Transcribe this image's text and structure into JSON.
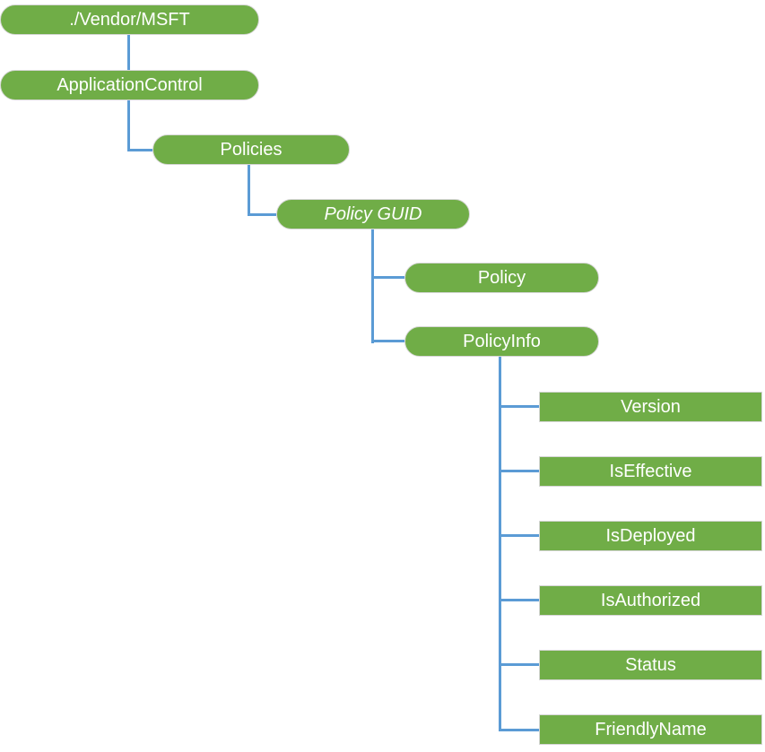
{
  "diagram": {
    "type": "tree",
    "colors": {
      "node_fill": "#70AD47",
      "node_text": "#FFFFFF",
      "node_border": "#D6D6D6",
      "connector": "#5B9BD5"
    },
    "nodes": [
      {
        "id": "vendor-msft",
        "label": "./Vendor/MSFT",
        "shape": "pill",
        "level": 0,
        "parent": null
      },
      {
        "id": "application-control",
        "label": "ApplicationControl",
        "shape": "pill",
        "level": 1,
        "parent": "vendor-msft"
      },
      {
        "id": "policies",
        "label": "Policies",
        "shape": "pill",
        "level": 2,
        "parent": "application-control"
      },
      {
        "id": "policy-guid",
        "label": "Policy GUID",
        "shape": "pill",
        "level": 3,
        "parent": "policies",
        "placeholder": true
      },
      {
        "id": "policy",
        "label": "Policy",
        "shape": "pill",
        "level": 4,
        "parent": "policy-guid"
      },
      {
        "id": "policy-info",
        "label": "PolicyInfo",
        "shape": "pill",
        "level": 4,
        "parent": "policy-guid"
      },
      {
        "id": "version",
        "label": "Version",
        "shape": "rect",
        "level": 5,
        "parent": "policy-info"
      },
      {
        "id": "is-effective",
        "label": "IsEffective",
        "shape": "rect",
        "level": 5,
        "parent": "policy-info"
      },
      {
        "id": "is-deployed",
        "label": "IsDeployed",
        "shape": "rect",
        "level": 5,
        "parent": "policy-info"
      },
      {
        "id": "is-authorized",
        "label": "IsAuthorized",
        "shape": "rect",
        "level": 5,
        "parent": "policy-info"
      },
      {
        "id": "status",
        "label": "Status",
        "shape": "rect",
        "level": 5,
        "parent": "policy-info"
      },
      {
        "id": "friendly-name",
        "label": "FriendlyName",
        "shape": "rect",
        "level": 5,
        "parent": "policy-info"
      }
    ]
  }
}
